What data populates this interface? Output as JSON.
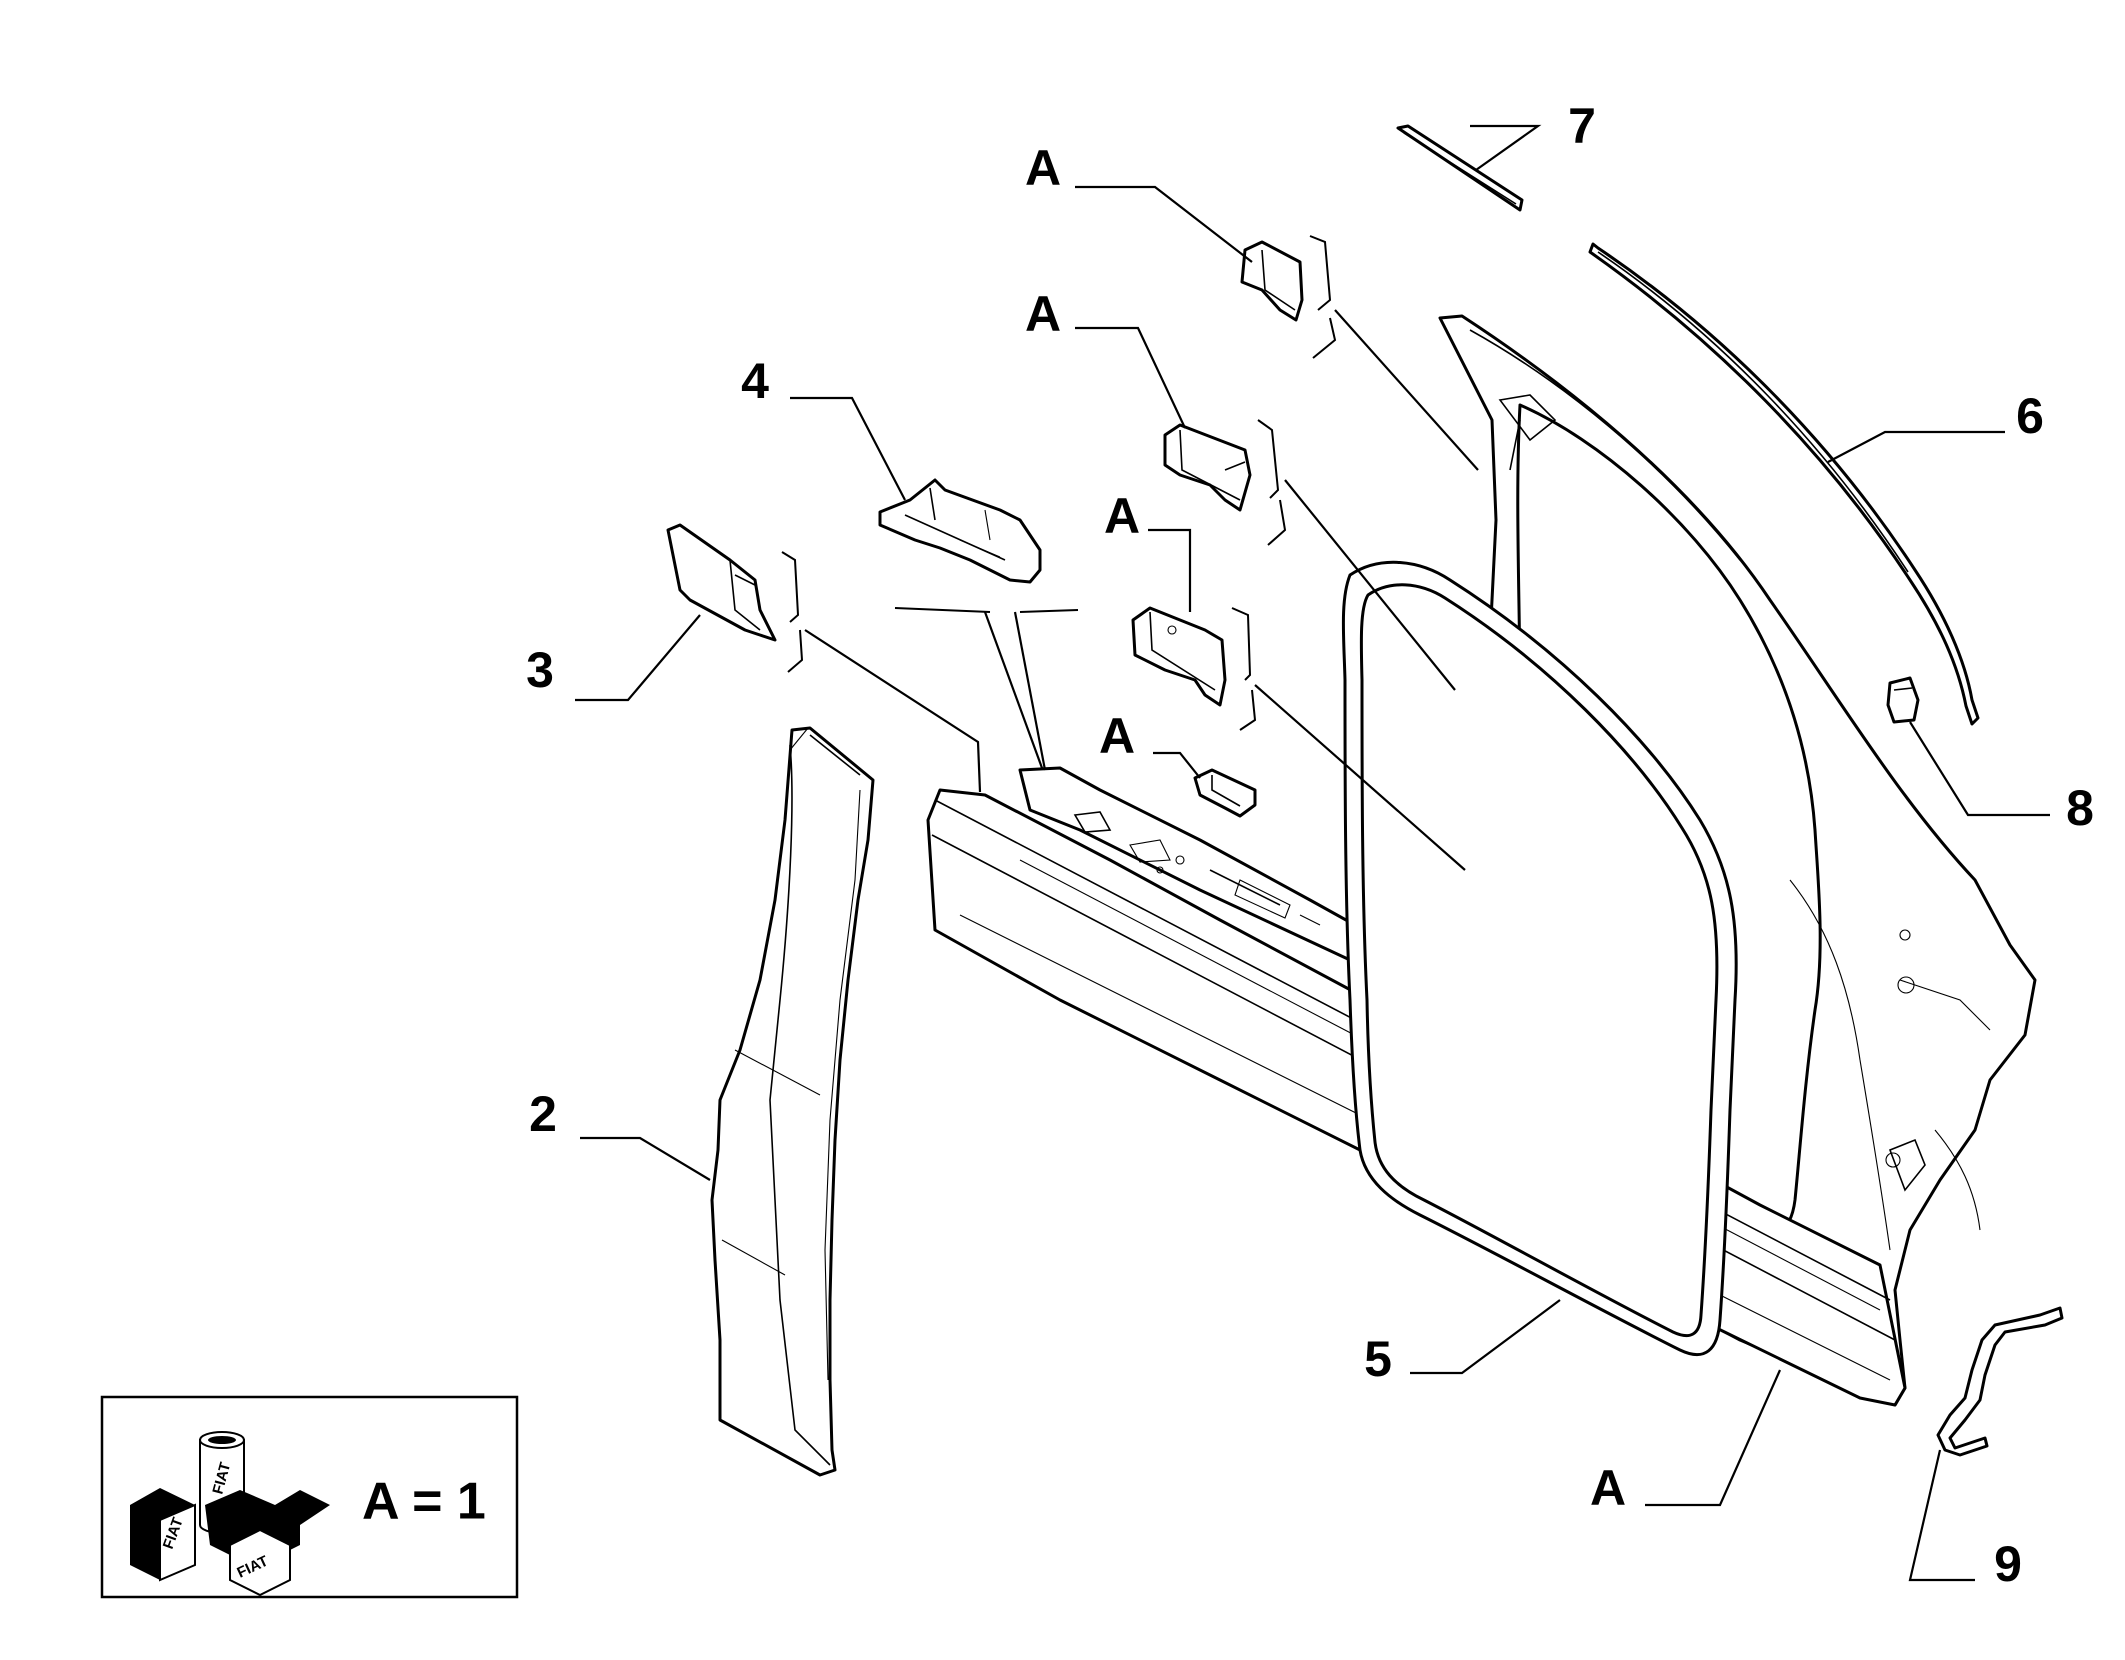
{
  "callouts": {
    "c2": "2",
    "c3": "3",
    "c4": "4",
    "c5": "5",
    "c6": "6",
    "c7": "7",
    "c8": "8",
    "c9": "9",
    "a1": "A",
    "a2": "A",
    "a3": "A",
    "a4": "A",
    "a5": "A"
  },
  "legend": {
    "text": "A = 1",
    "logo_word": "FIAT"
  }
}
